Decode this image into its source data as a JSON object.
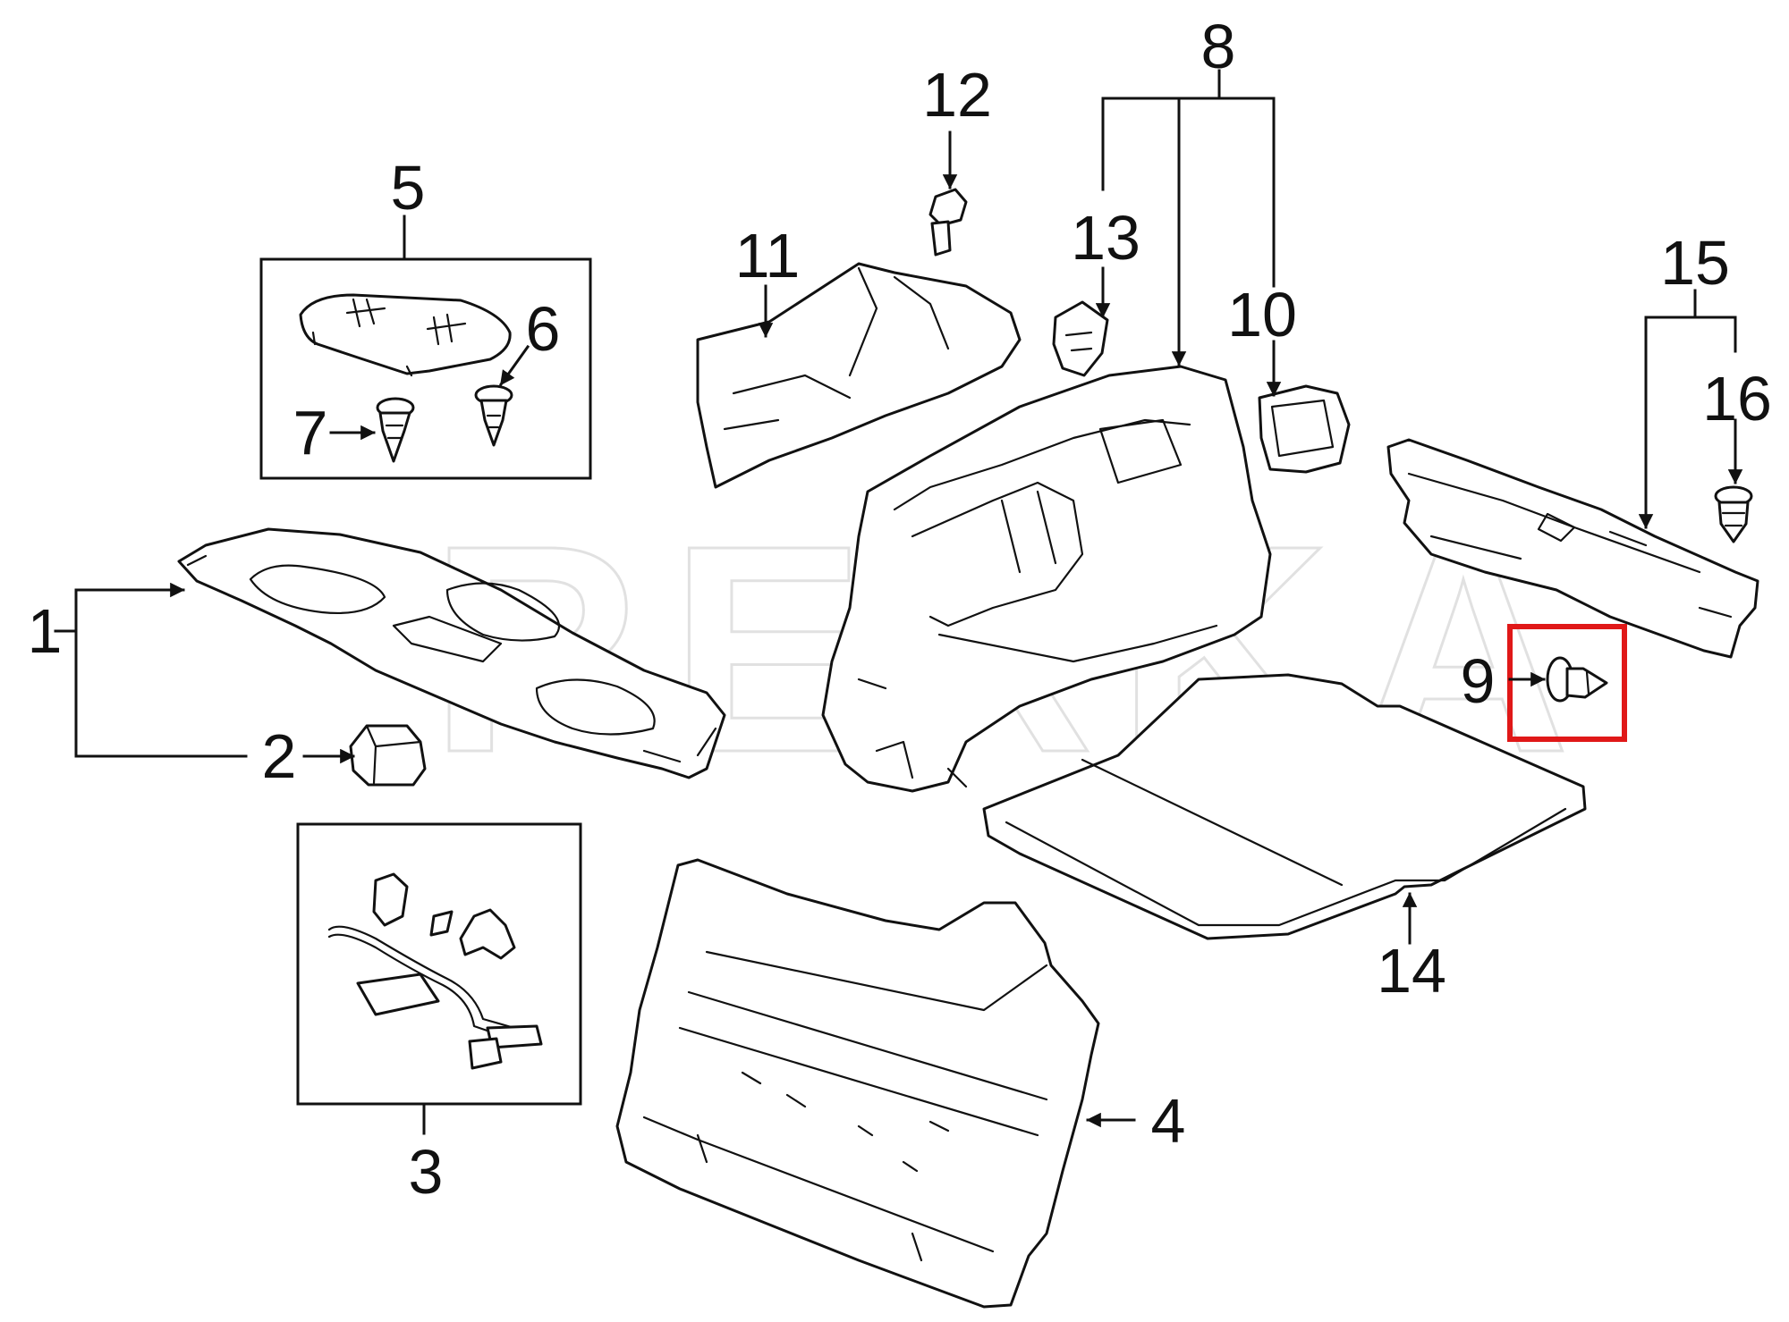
{
  "watermark": "REXKA",
  "callouts": {
    "c1": "1",
    "c2": "2",
    "c3": "3",
    "c4": "4",
    "c5": "5",
    "c6": "6",
    "c7": "7",
    "c8": "8",
    "c9": "9",
    "c10": "10",
    "c11": "11",
    "c12": "12",
    "c13": "13",
    "c14": "14",
    "c15": "15",
    "c16": "16"
  },
  "colors": {
    "line": "#111111",
    "highlight": "#e01818",
    "watermark": "#e1e1e1",
    "background": "#ffffff"
  },
  "highlighted_part": "9"
}
